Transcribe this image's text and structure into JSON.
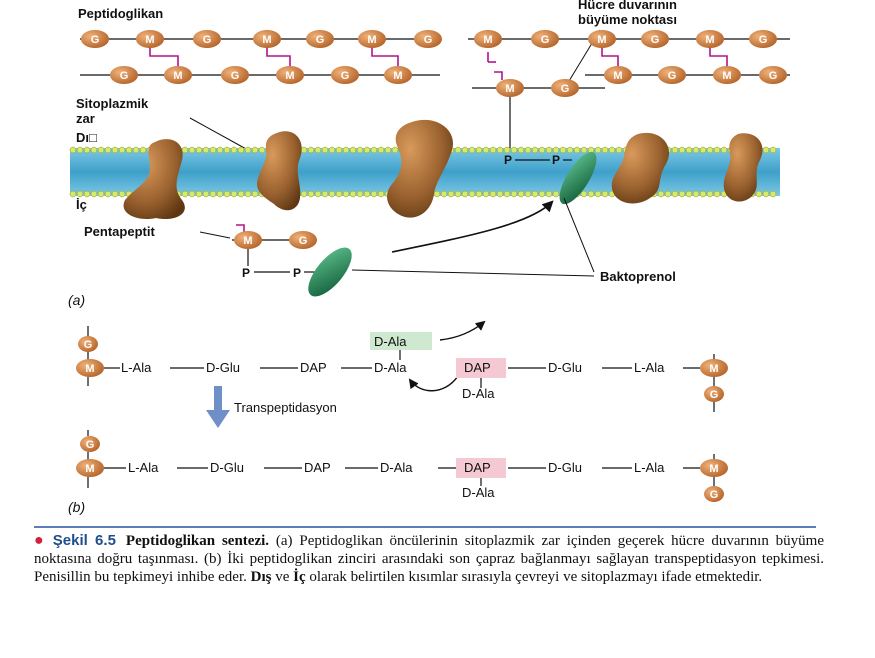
{
  "panel_a": {
    "label_peptidoglycan": "Peptidoglikan",
    "label_growth_line1": "Hücre duvarının",
    "label_growth_line2": "büyüme noktası",
    "label_membrane_line1": "Sitoplazmik",
    "label_membrane_line2": "zar",
    "label_outside": "Dı□",
    "label_inside": "İç",
    "label_pentapeptide": "Pentapeptit",
    "label_bactoprenol": "Baktoprenol",
    "phosphate": "P",
    "panel_letter": "(a)",
    "bead_g": "G",
    "bead_m": "M"
  },
  "panel_b": {
    "panel_letter": "(b)",
    "transpeptidation": "Transpeptidasyon",
    "l_ala": "L-Ala",
    "d_glu": "D-Glu",
    "dap": "DAP",
    "d_ala": "D-Ala",
    "bead_g": "G",
    "bead_m": "M"
  },
  "caption": {
    "figure_label": "Şekil 6.5",
    "title": "Peptidoglikan sentezi.",
    "part1": " (a) Peptidoglikan öncülerinin sitoplazmik zar içinden geçerek hücre duvarının büyüme noktasına doğru taşınması. (b) İki peptidoglikan zinciri arasındaki son çapraz bağlanmayı sağlayan transpeptidasyon tepkimesi. Penisillin bu tepkimeyi inhibe eder. ",
    "term_outside": "Dış",
    "connector": " ve ",
    "term_inside": "İç",
    "part2": " olarak belirtilen kısımlar sırasıyla çevreyi ve sitoplazmayı ifade etmektedir."
  },
  "colors": {
    "bead": "#c97c3a",
    "crosslink": "#b0148c",
    "membrane": "#3fa0c9",
    "protein": "#8b5a2b",
    "bactoprenol": "#1f7a4e",
    "d_ala_box": "#cfe8d0",
    "dap_box": "#f5c9d4",
    "arrow_down": "#6f8fc9",
    "caption_blue": "#1f4e8c",
    "caption_dot": "#d2213b"
  }
}
